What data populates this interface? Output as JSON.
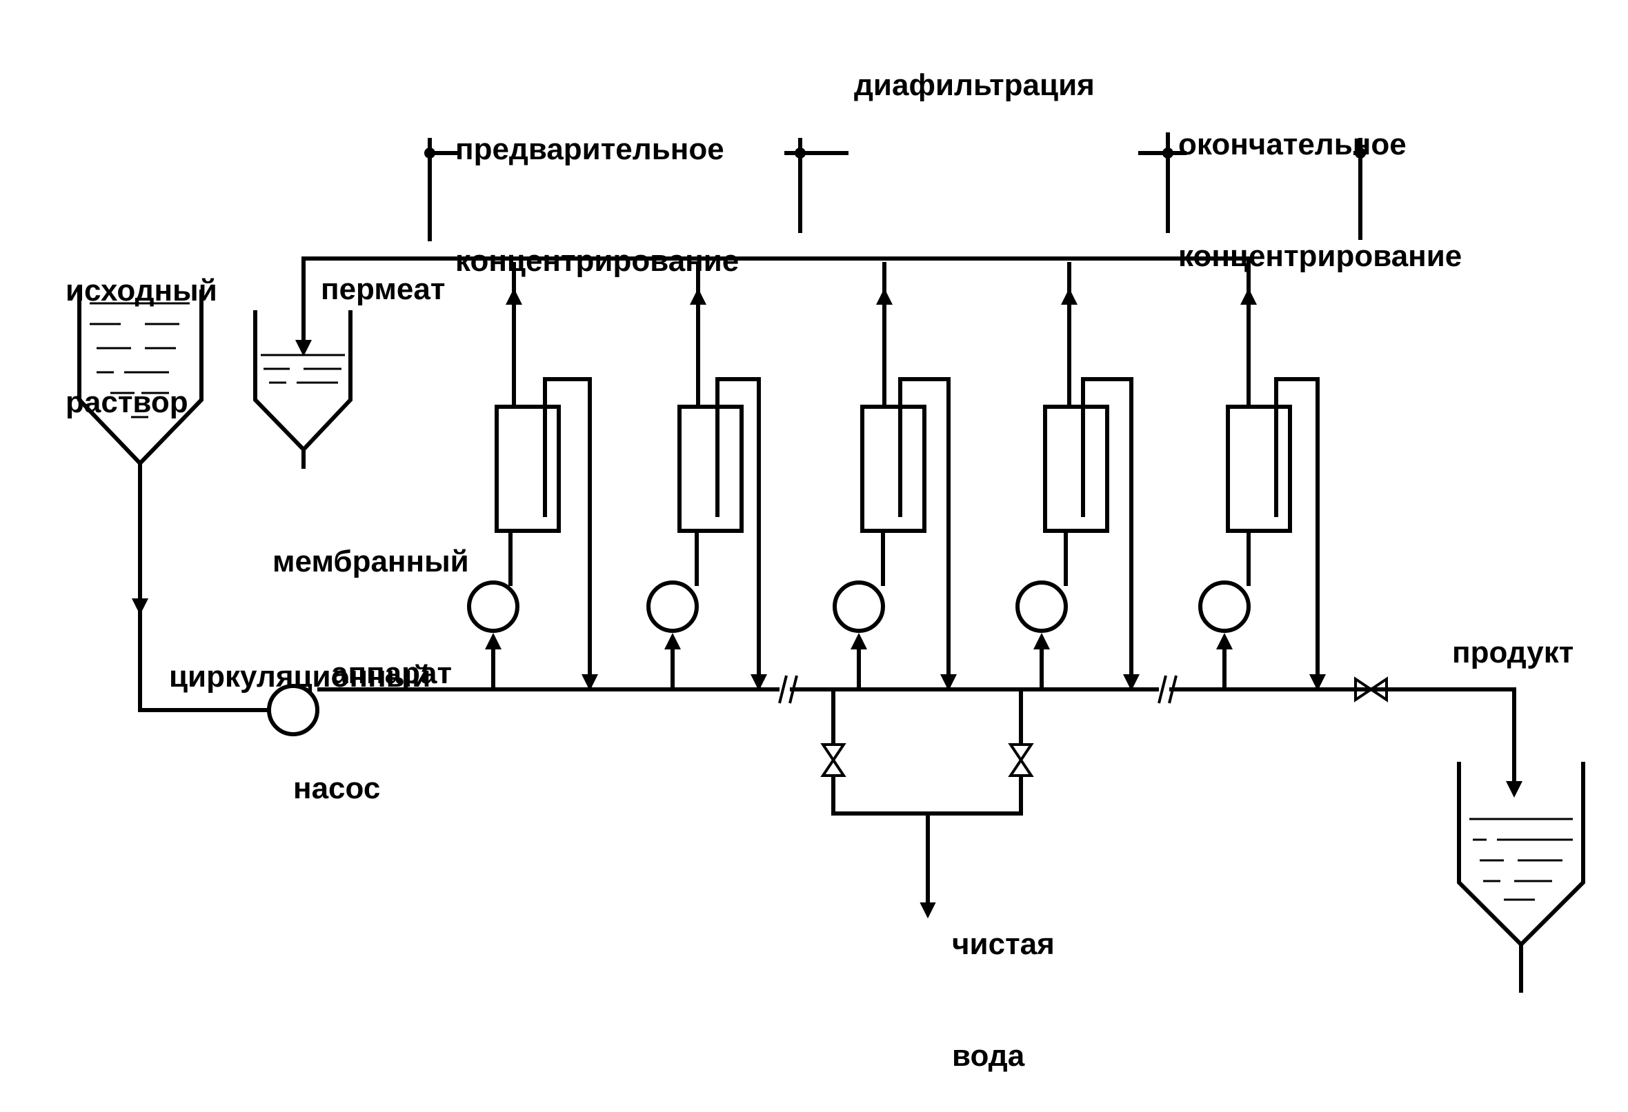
{
  "labels": {
    "stage_pre": [
      "предварительное",
      "концентрирование"
    ],
    "stage_dia": "диафильтрация",
    "stage_final": [
      "окончательное",
      "концентрирование"
    ],
    "feed_tank": [
      "исходный",
      "раствор"
    ],
    "permeate": "пермеат",
    "membrane_unit": [
      "мембранный",
      "аппарат"
    ],
    "circulation_pump": [
      "циркуляционный",
      "насос"
    ],
    "product": "продукт",
    "clean_water": [
      "чистая",
      "вода"
    ]
  },
  "colors": {
    "line": "#000000",
    "background": "#ffffff"
  }
}
